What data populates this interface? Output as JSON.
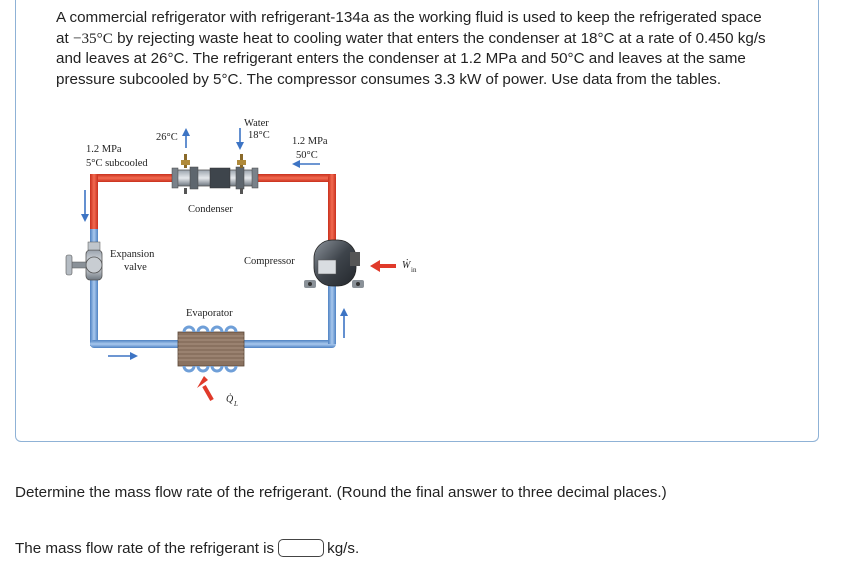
{
  "problem": {
    "text_part1": "A commercial refrigerator with refrigerant-134a as the working fluid is used to keep the refrigerated space at ",
    "temp_value": "−35",
    "temp_unit": "°C",
    "text_part2": " by rejecting waste heat to cooling water that enters the condenser at 18°C at a rate of 0.450 kg/s and leaves at 26°C. The refrigerant enters the condenser at 1.2 MPa and 50°C and leaves at the same pressure subcooled by 5°C. The compressor consumes 3.3 kW of power. Use data from the tables."
  },
  "diagram": {
    "water_label": "Water",
    "water_in_temp": "18°C",
    "water_out_temp": "26°C",
    "left_pressure": "1.2 MPa",
    "left_state": "5°C subcooled",
    "right_pressure": "1.2 MPa",
    "right_temp": "50°C",
    "condenser_label": "Condenser",
    "expansion_label_1": "Expansion",
    "expansion_label_2": "valve",
    "compressor_label": "Compressor",
    "evaporator_label": "Evaporator",
    "win_label": "Ẇ",
    "win_sub": "in",
    "ql_label": "Q̇",
    "ql_sub": "L",
    "colors": {
      "hot_pipe": "#e8442c",
      "cold_pipe": "#6f9fd8",
      "arrow_red": "#e03a2a",
      "arrow_blue": "#3d74c4"
    }
  },
  "question": "Determine the mass flow rate of the refrigerant. (Round the final answer to three decimal places.)",
  "answer": {
    "prefix": "The mass flow rate of the refrigerant is",
    "value": "",
    "unit": "kg/s."
  }
}
